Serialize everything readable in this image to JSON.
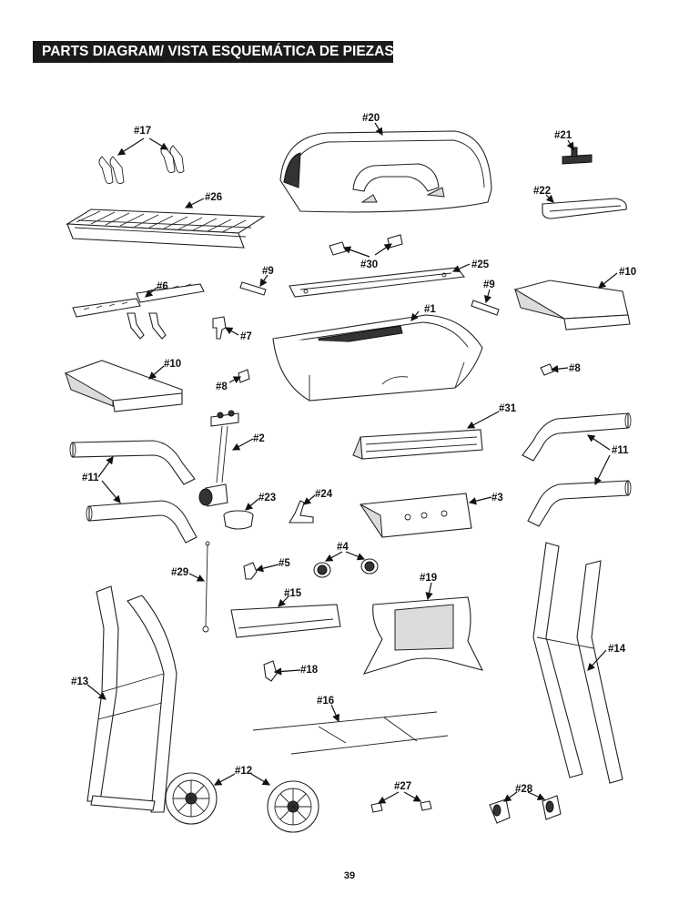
{
  "title": "PARTS DIAGRAM/ VISTA ESQUEMÁTICA DE PIEZAS",
  "page_number": "39",
  "labels": {
    "p1": "#1",
    "p2": "#2",
    "p3": "#3",
    "p4": "#4",
    "p5": "#5",
    "p6": "#6",
    "p7": "#7",
    "p8a": "#8",
    "p8b": "#8",
    "p9a": "#9",
    "p9b": "#9",
    "p10a": "#10",
    "p10b": "#10",
    "p11a": "#11",
    "p11b": "#11",
    "p12": "#12",
    "p13": "#13",
    "p14": "#14",
    "p15": "#15",
    "p16": "#16",
    "p17": "#17",
    "p18": "#18",
    "p19": "#19",
    "p20": "#20",
    "p21": "#21",
    "p22": "#22",
    "p23": "#23",
    "p24": "#24",
    "p25": "#25",
    "p26": "#26",
    "p27": "#27",
    "p28": "#28",
    "p29": "#29",
    "p30": "#30",
    "p31": "#31"
  }
}
